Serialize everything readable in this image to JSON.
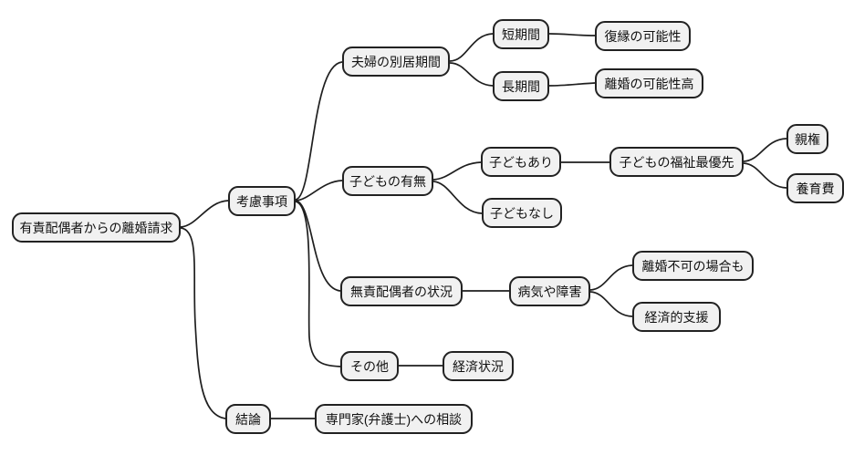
{
  "diagram": {
    "type": "mindmap",
    "background_color": "#ffffff",
    "node_fill_color": "#f1f1f1",
    "node_border_color": "#222222",
    "edge_color": "#1f1f1f"
  },
  "tree": {
    "label": "有責配偶者からの離婚請求",
    "children": [
      {
        "label": "考慮事項",
        "children": [
          {
            "label": "夫婦の別居期間",
            "children": [
              {
                "label": "短期間",
                "children": [
                  {
                    "label": "復縁の可能性"
                  }
                ]
              },
              {
                "label": "長期間",
                "children": [
                  {
                    "label": "離婚の可能性高"
                  }
                ]
              }
            ]
          },
          {
            "label": "子どもの有無",
            "children": [
              {
                "label": "子どもあり",
                "children": [
                  {
                    "label": "子どもの福祉最優先",
                    "children": [
                      {
                        "label": "親権"
                      },
                      {
                        "label": "養育費"
                      }
                    ]
                  }
                ]
              },
              {
                "label": "子どもなし"
              }
            ]
          },
          {
            "label": "無責配偶者の状況",
            "children": [
              {
                "label": "病気や障害",
                "children": [
                  {
                    "label": "離婚不可の場合も"
                  },
                  {
                    "label": "経済的支援"
                  }
                ]
              }
            ]
          },
          {
            "label": "その他",
            "children": [
              {
                "label": "経済状況"
              }
            ]
          }
        ]
      },
      {
        "label": "結論",
        "children": [
          {
            "label": "専門家(弁護士)への相談"
          }
        ]
      }
    ]
  },
  "edges": [
    [
      "有責配偶者からの離婚請求",
      "考慮事項"
    ],
    [
      "有責配偶者からの離婚請求",
      "結論"
    ],
    [
      "考慮事項",
      "夫婦の別居期間"
    ],
    [
      "考慮事項",
      "子どもの有無"
    ],
    [
      "考慮事項",
      "無責配偶者の状況"
    ],
    [
      "考慮事項",
      "その他"
    ],
    [
      "夫婦の別居期間",
      "短期間"
    ],
    [
      "夫婦の別居期間",
      "長期間"
    ],
    [
      "短期間",
      "復縁の可能性"
    ],
    [
      "長期間",
      "離婚の可能性高"
    ],
    [
      "子どもの有無",
      "子どもあり"
    ],
    [
      "子どもの有無",
      "子どもなし"
    ],
    [
      "子どもあり",
      "子どもの福祉最優先"
    ],
    [
      "子どもの福祉最優先",
      "親権"
    ],
    [
      "子どもの福祉最優先",
      "養育費"
    ],
    [
      "無責配偶者の状況",
      "病気や障害"
    ],
    [
      "病気や障害",
      "離婚不可の場合も"
    ],
    [
      "病気や障害",
      "経済的支援"
    ],
    [
      "その他",
      "経済状況"
    ],
    [
      "結論",
      "専門家(弁護士)への相談"
    ]
  ]
}
